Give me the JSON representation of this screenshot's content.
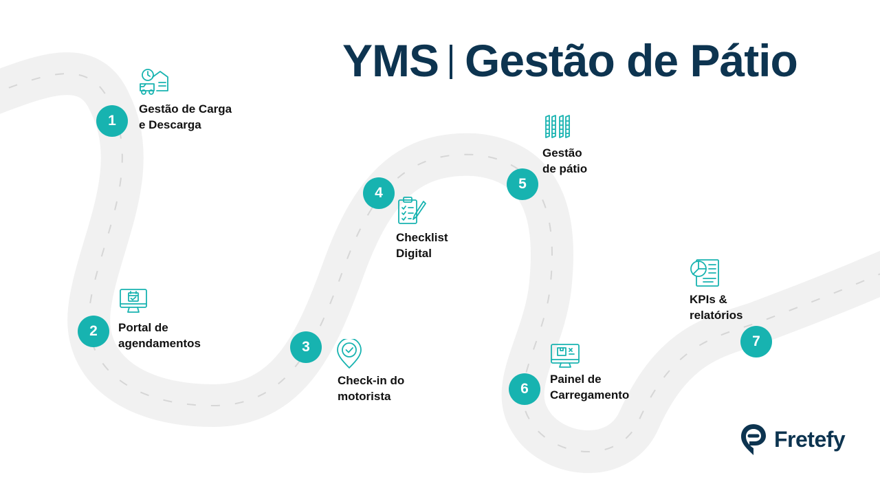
{
  "title": {
    "left": "YMS",
    "right": "Gestão de Pátio"
  },
  "steps": [
    {
      "number": "1",
      "icon": "warehouse-truck-clock-icon",
      "line1": "Gestão de Carga",
      "line2": "e Descarga"
    },
    {
      "number": "2",
      "icon": "calendar-monitor-icon",
      "line1": "Portal de",
      "line2": "agendamentos"
    },
    {
      "number": "3",
      "icon": "location-pin-check-icon",
      "line1": "Check-in do",
      "line2": "motorista"
    },
    {
      "number": "4",
      "icon": "clipboard-checklist-icon",
      "line1": "Checklist",
      "line2": "Digital"
    },
    {
      "number": "5",
      "icon": "parking-yard-icon",
      "line1": "Gestão",
      "line2": "de pátio"
    },
    {
      "number": "6",
      "icon": "loading-panel-monitor-icon",
      "line1": "Painel de",
      "line2": "Carregamento"
    },
    {
      "number": "7",
      "icon": "report-chart-icon",
      "line1": "KPIs &",
      "line2": "relatórios"
    }
  ],
  "brand": {
    "name": "Fretefy"
  },
  "colors": {
    "accent": "#17b3b0",
    "title": "#0d3450",
    "road": "#f1f1f1",
    "road_dash": "#d6d6d6",
    "text": "#111111"
  }
}
